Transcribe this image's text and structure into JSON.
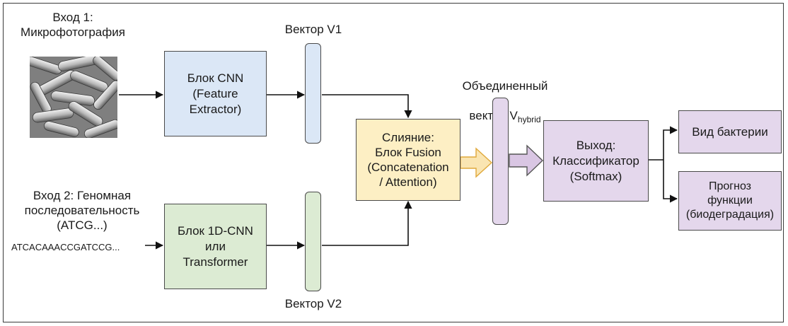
{
  "input1": {
    "title": "Вход 1:\nМикрофотография",
    "image": "bacteria-micrograph"
  },
  "input2": {
    "title": "Вход 2: Геномная\nпоследовательность\n(ATCG...)",
    "sequence": "ATCACAAACCGATCCG..."
  },
  "cnn_block": {
    "text": "Блок CNN\n(Feature\nExtractor)"
  },
  "seq_block": {
    "text": "Блок 1D-CNN\nили\nTransformer"
  },
  "vector1": {
    "label": "Вектор V1"
  },
  "vector2": {
    "label": "Вектор V2"
  },
  "fusion_block": {
    "text": "Слияние:\nБлок Fusion\n(Concatenation\n/ Attention)"
  },
  "hybrid_vector": {
    "label_line1": "Объединенный",
    "label_line2": "вектор V",
    "label_sub": "hybrid"
  },
  "classifier": {
    "text": "Выход:\nКлассификатор\n(Softmax)"
  },
  "output1": {
    "text": "Вид бактерии"
  },
  "output2": {
    "text": "Прогноз\nфункции\n(биодеградация)"
  },
  "colors": {
    "blue": "#dbe7f6",
    "green": "#dcebd3",
    "yellow": "#fdefc4",
    "purple": "#e4d7ec",
    "fat_arrow_yellow": "#f6cf72",
    "fat_arrow_purple": "#d9c6e3"
  }
}
